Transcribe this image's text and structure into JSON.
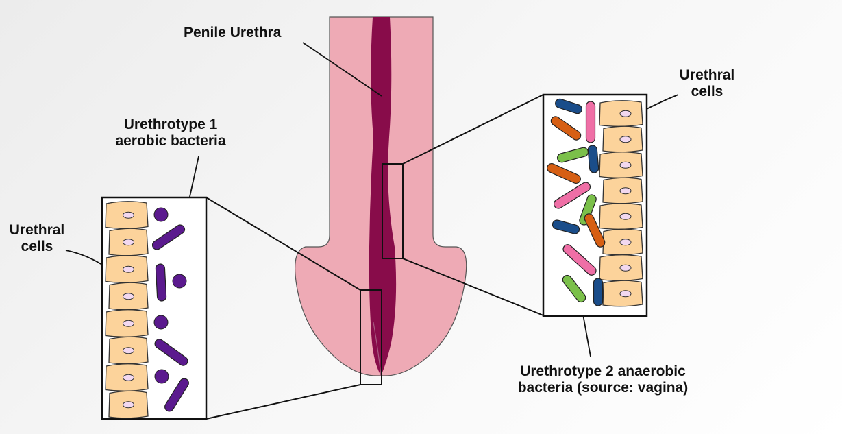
{
  "labels": {
    "penile_urethra": "Penile Urethra",
    "urethrotype1_line1": "Urethrotype 1",
    "urethrotype1_line2": "aerobic bacteria",
    "urethral_cells_left_line1": "Urethral",
    "urethral_cells_left_line2": "cells",
    "urethral_cells_right_line1": "Urethral",
    "urethral_cells_right_line2": "cells",
    "urethrotype2_line1": "Urethrotype 2 anaerobic",
    "urethrotype2_line2": "bacteria (source: vagina)"
  },
  "colors": {
    "tissue": "#eeaab5",
    "urethra": "#880c4a",
    "urethral_cell": "#fcd39b",
    "cell_nucleus": "#f2d8f0",
    "aerobic_bacteria": "#5b1a8e",
    "anaerobic_blue": "#1a4d8a",
    "anaerobic_orange": "#d65f14",
    "anaerobic_pink": "#ef6fa6",
    "anaerobic_green": "#7bc04a"
  }
}
